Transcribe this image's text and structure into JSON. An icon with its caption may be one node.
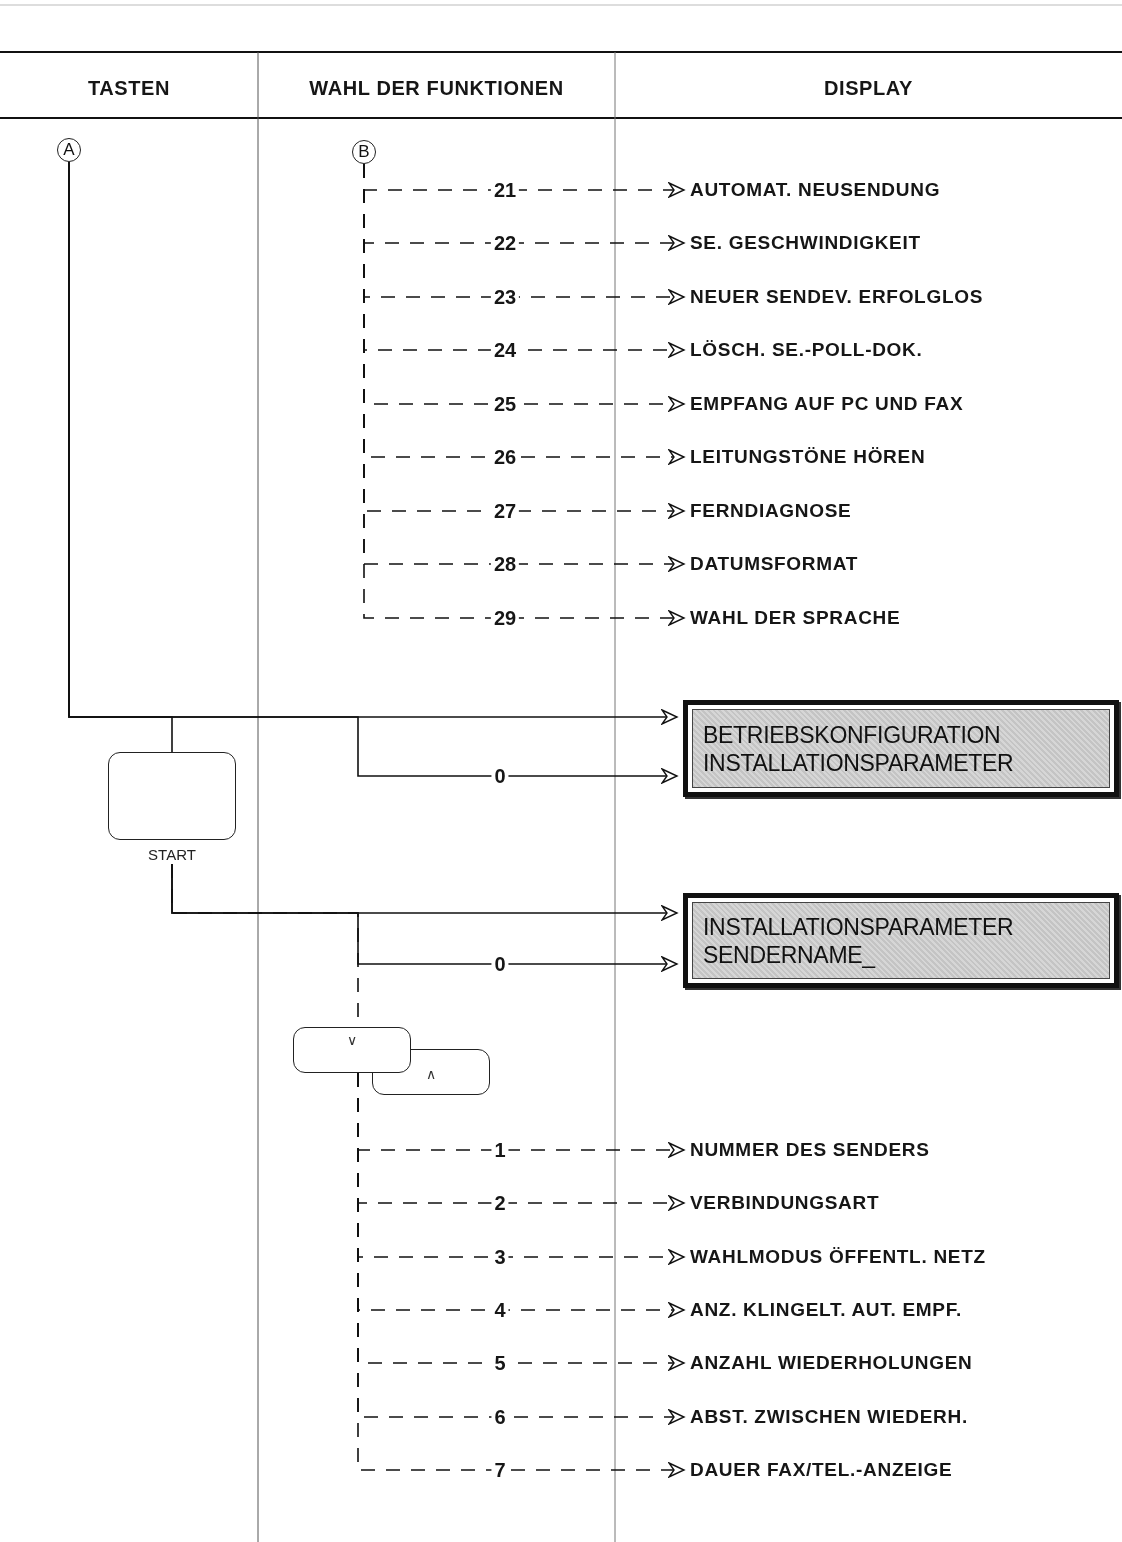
{
  "diagram": {
    "nodes": [
      {
        "text": [
          "A"
        ]
      },
      {
        "text": [
          "B"
        ]
      },
      {
        "text": [
          "AUTOMAT. NEUSENDUNG"
        ]
      },
      {
        "text": [
          "SE. GESCHWINDIGKEIT"
        ]
      },
      {
        "text": [
          "NEUER SENDEV. ERFOLGLOS"
        ]
      },
      {
        "text": [
          "LÖSCH. SE.-POLL-DOK."
        ]
      },
      {
        "text": [
          "EMPFANG  AUF PC UND FAX"
        ]
      },
      {
        "text": [
          "LEITUNGSTÖNE HÖREN"
        ]
      },
      {
        "text": [
          "FERNDIAGNOSE"
        ]
      },
      {
        "text": [
          "DATUMSFORMAT"
        ]
      },
      {
        "text": [
          "WAHL DER SPRACHE"
        ]
      },
      {
        "text": [
          "BETRIEBSKONFIGURATION",
          "INSTALLATIONSPARAMETER"
        ]
      },
      {
        "text": [],
        "shape": "box",
        "beside": [
          "START"
        ]
      },
      {
        "text": [
          "INSTALLATIONSPARAMETER",
          "SENDERNAME_"
        ]
      },
      {
        "text": [
          "∨"
        ]
      },
      {
        "text": [
          "∧"
        ]
      },
      {
        "text": [
          "NUMMER DES SENDERS"
        ]
      },
      {
        "text": [
          "VERBINDUNGSART"
        ]
      },
      {
        "text": [
          "WAHLMODUS ÖFFENTL. NETZ"
        ]
      },
      {
        "text": [
          "ANZ. KLINGELT. AUT. EMPF."
        ]
      },
      {
        "text": [
          "ANZAHL WIEDERHOLUNGEN"
        ]
      },
      {
        "text": [
          "ABST. ZWISCHEN WIEDERH."
        ]
      },
      {
        "text": [
          "DAUER FAX/TEL.-ANZEIGE"
        ]
      }
    ],
    "edges": [
      {
        "from": 1,
        "to": 2,
        "arrow": "to",
        "label": "21",
        "style": "dashed"
      },
      {
        "from": 1,
        "to": 3,
        "arrow": "to",
        "label": "22",
        "style": "dashed"
      },
      {
        "from": 1,
        "to": 4,
        "arrow": "to",
        "label": "23",
        "style": "dashed"
      },
      {
        "from": 1,
        "to": 5,
        "arrow": "to",
        "label": "24",
        "style": "dashed"
      },
      {
        "from": 1,
        "to": 6,
        "arrow": "to",
        "label": "25",
        "style": "dashed"
      },
      {
        "from": 1,
        "to": 7,
        "arrow": "to",
        "label": "26",
        "style": "dashed"
      },
      {
        "from": 1,
        "to": 8,
        "arrow": "to",
        "label": "27",
        "style": "dashed"
      },
      {
        "from": 1,
        "to": 9,
        "arrow": "to",
        "label": "28",
        "style": "dashed"
      },
      {
        "from": 1,
        "to": 10,
        "arrow": "to",
        "label": "29",
        "style": "dashed"
      },
      {
        "from": 0,
        "to": 11,
        "arrow": "to"
      },
      {
        "from": 0,
        "to": 11,
        "arrow": "to",
        "label": "0"
      },
      {
        "from": 0,
        "to": 12,
        "arrow": "none"
      },
      {
        "from": 12,
        "to": 13,
        "arrow": "to"
      },
      {
        "from": 12,
        "to": 13,
        "arrow": "to",
        "label": "0"
      },
      {
        "from": 12,
        "to": 14,
        "arrow": "none",
        "style": "dashed"
      },
      {
        "from": 14,
        "to": 16,
        "arrow": "to",
        "label": "1",
        "style": "dashed"
      },
      {
        "from": 14,
        "to": 17,
        "arrow": "to",
        "label": "2",
        "style": "dashed"
      },
      {
        "from": 14,
        "to": 18,
        "arrow": "to",
        "label": "3",
        "style": "dashed"
      },
      {
        "from": 14,
        "to": 19,
        "arrow": "to",
        "label": "4",
        "style": "dashed"
      },
      {
        "from": 14,
        "to": 20,
        "arrow": "to",
        "label": "5",
        "style": "dashed"
      },
      {
        "from": 14,
        "to": 21,
        "arrow": "to",
        "label": "6",
        "style": "dashed"
      },
      {
        "from": 14,
        "to": 22,
        "arrow": "to",
        "label": "7",
        "style": "dashed"
      }
    ],
    "labels": [
      "TASTEN",
      "WAHL DER FUNKTIONEN",
      "DISPLAY"
    ]
  }
}
